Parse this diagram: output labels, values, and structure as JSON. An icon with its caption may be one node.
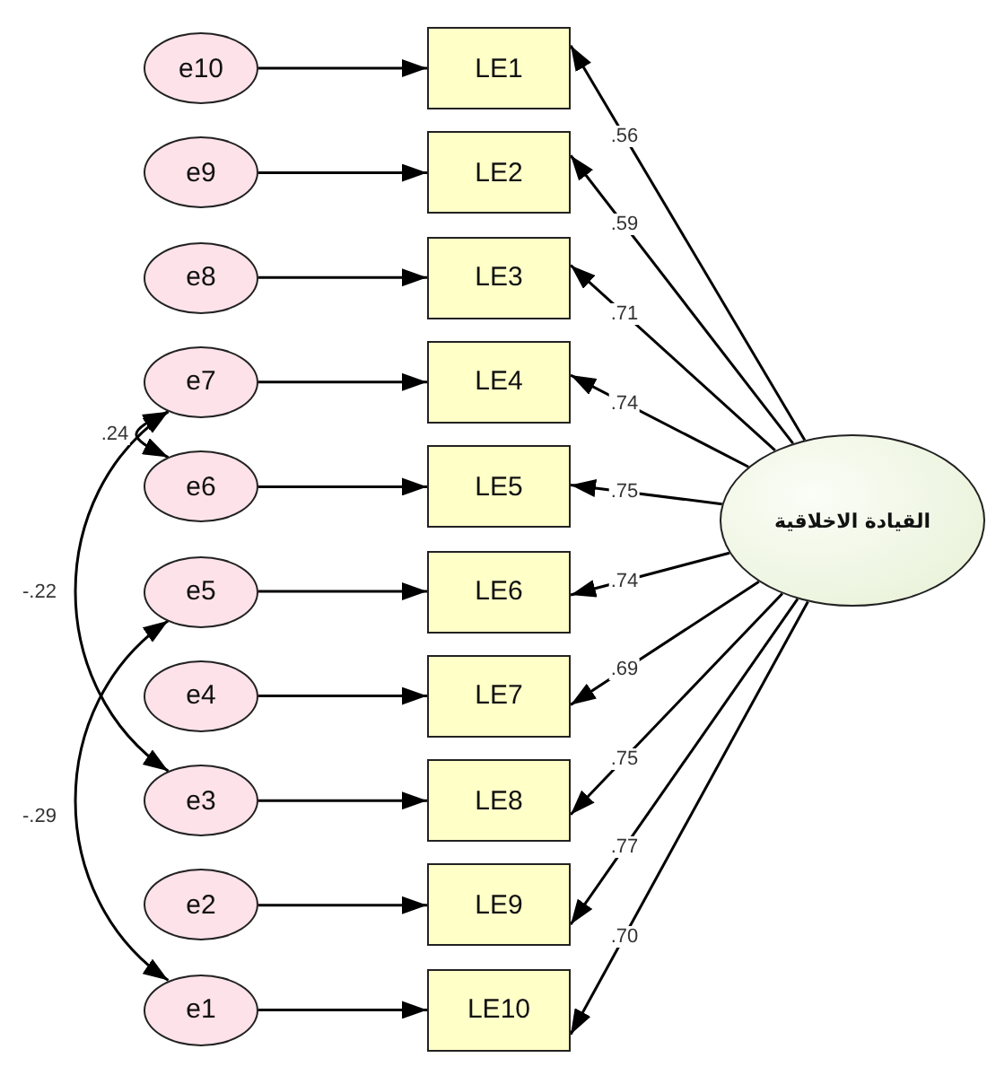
{
  "diagram": {
    "nodes": [
      {
        "text": [
          "e10"
        ]
      },
      {
        "text": [
          "e9"
        ]
      },
      {
        "text": [
          "e8"
        ]
      },
      {
        "text": [
          "e7"
        ]
      },
      {
        "text": [
          "e6"
        ]
      },
      {
        "text": [
          "e5"
        ]
      },
      {
        "text": [
          "e4"
        ]
      },
      {
        "text": [
          "e3"
        ]
      },
      {
        "text": [
          "e2"
        ]
      },
      {
        "text": [
          "e1"
        ]
      },
      {
        "text": [
          "LE1"
        ]
      },
      {
        "text": [
          "LE2"
        ]
      },
      {
        "text": [
          "LE3"
        ]
      },
      {
        "text": [
          "LE4"
        ]
      },
      {
        "text": [
          "LE5"
        ]
      },
      {
        "text": [
          "LE6"
        ]
      },
      {
        "text": [
          "LE7"
        ]
      },
      {
        "text": [
          "LE8"
        ]
      },
      {
        "text": [
          "LE9"
        ]
      },
      {
        "text": [
          "LE10"
        ]
      },
      {
        "text": [
          "القيادة الاخلاقية"
        ]
      }
    ],
    "edges": [
      {
        "from": 0,
        "to": 10,
        "arrow": "to"
      },
      {
        "from": 1,
        "to": 11,
        "arrow": "to"
      },
      {
        "from": 2,
        "to": 12,
        "arrow": "to"
      },
      {
        "from": 3,
        "to": 13,
        "arrow": "to"
      },
      {
        "from": 4,
        "to": 14,
        "arrow": "to"
      },
      {
        "from": 5,
        "to": 15,
        "arrow": "to"
      },
      {
        "from": 6,
        "to": 16,
        "arrow": "to"
      },
      {
        "from": 7,
        "to": 17,
        "arrow": "to"
      },
      {
        "from": 8,
        "to": 18,
        "arrow": "to"
      },
      {
        "from": 9,
        "to": 19,
        "arrow": "to"
      },
      {
        "from": 20,
        "to": 10,
        "arrow": "to",
        "label": ".56"
      },
      {
        "from": 20,
        "to": 11,
        "arrow": "to",
        "label": ".59"
      },
      {
        "from": 20,
        "to": 12,
        "arrow": "to",
        "label": ".71"
      },
      {
        "from": 20,
        "to": 13,
        "arrow": "to",
        "label": ".74"
      },
      {
        "from": 20,
        "to": 14,
        "arrow": "to",
        "label": ".75"
      },
      {
        "from": 20,
        "to": 15,
        "arrow": "to",
        "label": ".74"
      },
      {
        "from": 20,
        "to": 16,
        "arrow": "to",
        "label": ".69"
      },
      {
        "from": 20,
        "to": 17,
        "arrow": "to",
        "label": ".75"
      },
      {
        "from": 20,
        "to": 18,
        "arrow": "to",
        "label": ".77"
      },
      {
        "from": 20,
        "to": 19,
        "arrow": "to",
        "label": ".70"
      },
      {
        "from": 3,
        "to": 4,
        "arrow": "both",
        "label": ".24"
      },
      {
        "from": 3,
        "to": 7,
        "arrow": "both",
        "label": "-.22"
      },
      {
        "from": 5,
        "to": 9,
        "arrow": "both",
        "label": "-.29"
      }
    ]
  }
}
